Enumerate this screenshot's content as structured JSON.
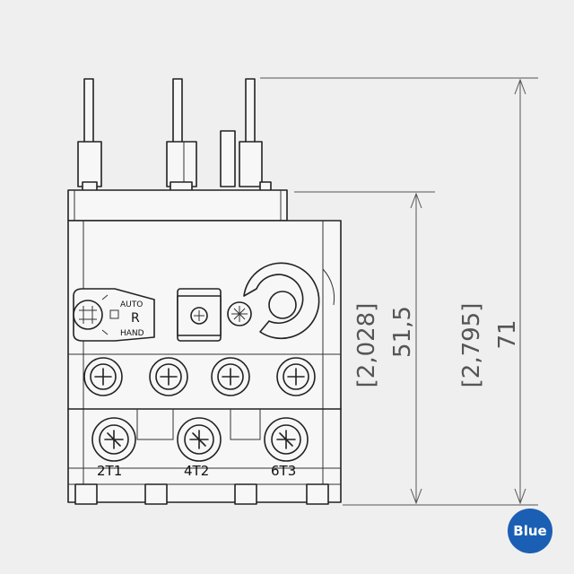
{
  "switch": {
    "auto": "AUTO",
    "reset": "R",
    "hand": "HAND"
  },
  "terminals": [
    "2T1",
    "4T2",
    "6T3"
  ],
  "dimensions": {
    "inner": {
      "inches": "[2,028]",
      "mm": "51,5"
    },
    "outer": {
      "inches": "[2,795]",
      "mm": "71"
    }
  },
  "badge": {
    "label": "Blue",
    "color": "#1a5fb4"
  }
}
